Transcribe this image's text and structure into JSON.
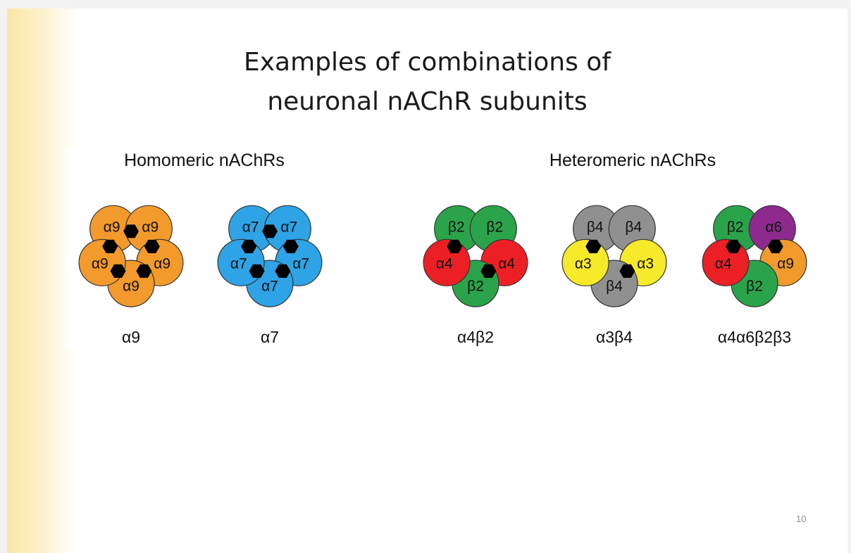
{
  "slide": {
    "title_line_1": "Examples of combinations of",
    "title_line_2": "neuronal nAChR subunits",
    "page_number": "10"
  },
  "groups": {
    "homomeric_title": "Homomeric nAChRs",
    "heteromeric_title": "Heteromeric nAChRs"
  },
  "colors": {
    "alpha9": "#f39a2c",
    "alpha7": "#2ea3e6",
    "beta2": "#2aa34a",
    "alpha4": "#ec2024",
    "beta4": "#909090",
    "alpha3": "#f7ea2a",
    "alpha6": "#8e2a8e",
    "binding_site": "#000000"
  },
  "receptors": [
    {
      "id": "a9",
      "caption": "α9",
      "subunits": [
        {
          "label": "α9",
          "color": "alpha9"
        },
        {
          "label": "α9",
          "color": "alpha9"
        },
        {
          "label": "α9",
          "color": "alpha9"
        },
        {
          "label": "α9",
          "color": "alpha9"
        },
        {
          "label": "α9",
          "color": "alpha9"
        }
      ]
    },
    {
      "id": "a7",
      "caption": "α7",
      "subunits": [
        {
          "label": "α7",
          "color": "alpha7"
        },
        {
          "label": "α7",
          "color": "alpha7"
        },
        {
          "label": "α7",
          "color": "alpha7"
        },
        {
          "label": "α7",
          "color": "alpha7"
        },
        {
          "label": "α7",
          "color": "alpha7"
        }
      ]
    },
    {
      "id": "a4b2",
      "caption": "α4β2",
      "subunits": [
        {
          "label": "β2",
          "color": "beta2"
        },
        {
          "label": "β2",
          "color": "beta2"
        },
        {
          "label": "α4",
          "color": "alpha4"
        },
        {
          "label": "β2",
          "color": "beta2"
        },
        {
          "label": "α4",
          "color": "alpha4"
        }
      ]
    },
    {
      "id": "a3b4",
      "caption": "α3β4",
      "subunits": [
        {
          "label": "β4",
          "color": "beta4"
        },
        {
          "label": "β4",
          "color": "beta4"
        },
        {
          "label": "α3",
          "color": "alpha3"
        },
        {
          "label": "β4",
          "color": "beta4"
        },
        {
          "label": "α3",
          "color": "alpha3"
        }
      ]
    },
    {
      "id": "a4a6b2b3",
      "caption": "α4α6β2β3",
      "subunits": [
        {
          "label": "β2",
          "color": "beta2"
        },
        {
          "label": "α6",
          "color": "alpha6"
        },
        {
          "label": "α9",
          "color": "alpha9"
        },
        {
          "label": "β2",
          "color": "beta2"
        },
        {
          "label": "α4",
          "color": "alpha4"
        }
      ]
    }
  ]
}
